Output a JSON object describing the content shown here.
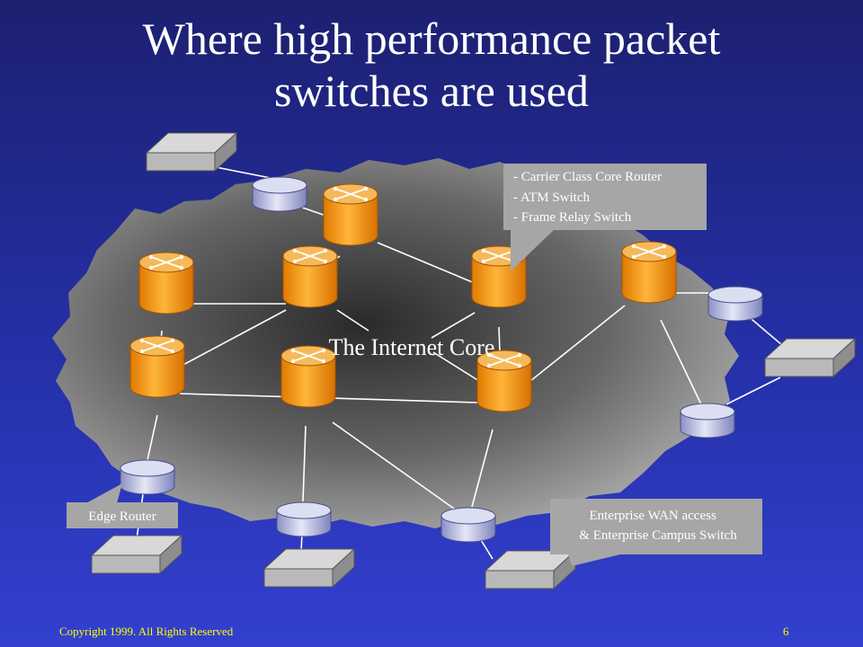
{
  "title": {
    "line1": "Where high performance packet",
    "line2": "switches are used"
  },
  "diagram": {
    "core_label": "The Internet Core",
    "callout_core_lines": [
      "- Carrier Class Core Router",
      "- ATM Switch",
      "- Frame Relay Switch"
    ],
    "callout_edge": "Edge Router",
    "callout_enterprise_lines": [
      "Enterprise WAN access",
      "& Enterprise Campus Switch"
    ]
  },
  "footer": {
    "copyright": "Copyright 1999. All Rights Reserved",
    "page_number": "6"
  },
  "colors": {
    "core_router": "#f59a10",
    "edge_router": "#c8cce6",
    "callout_fill": "#a6a6a6",
    "footer_text": "#ffff00"
  }
}
